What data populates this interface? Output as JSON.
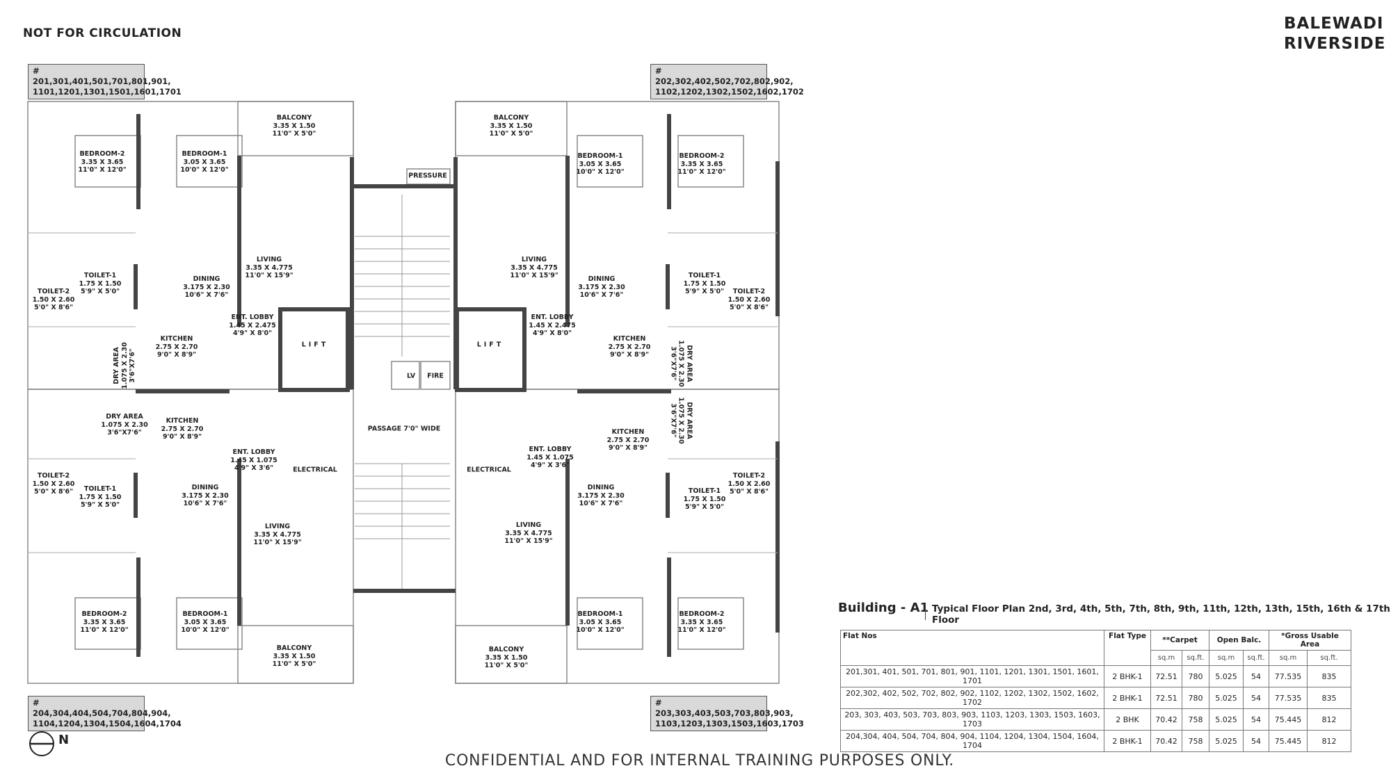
{
  "header": {
    "notice": "NOT FOR CIRCULATION",
    "brand_line1": "BALEWADI",
    "brand_line2": "RIVERSIDE"
  },
  "unit_tags": [
    {
      "line1": "# 201,301,401,501,701,801,901,",
      "line2": "1101,1201,1301,1501,1601,1701"
    },
    {
      "line1": "# 202,302,402,502,702,802,902,",
      "line2": "1102,1202,1302,1502,1602,1702"
    },
    {
      "line1": "# 204,304,404,504,704,804,904,",
      "line2": "1104,1204,1304,1504,1604,1704"
    },
    {
      "line1": "# 203,303,403,503,703,803,903,",
      "line2": "1103,1203,1303,1503,1603,1703"
    }
  ],
  "rooms": [
    {
      "label": "BEDROOM-2",
      "metric": "3.35 X 3.65",
      "imperial": "11'0\" X 12'0\""
    },
    {
      "label": "BEDROOM-1",
      "metric": "3.05 X 3.65",
      "imperial": "10'0\" X 12'0\""
    },
    {
      "label": "BALCONY",
      "metric": "3.35 X 1.50",
      "imperial": "11'0\" X 5'0\""
    },
    {
      "label": "LIVING",
      "metric": "3.35 X 4.775",
      "imperial": "11'0\" X 15'9\""
    },
    {
      "label": "DINING",
      "metric": "3.175 X 2.30",
      "imperial": "10'6\" X 7'6\""
    },
    {
      "label": "TOILET-1",
      "metric": "1.75 X 1.50",
      "imperial": "5'9\" X 5'0\""
    },
    {
      "label": "TOILET-2",
      "metric": "1.50 X 2.60",
      "imperial": "5'0\" X 8'6\""
    },
    {
      "label": "KITCHEN",
      "metric": "2.75 X 2.70",
      "imperial": "9'0\" X 8'9\""
    },
    {
      "label": "ENT. LOBBY",
      "metric": "1.45 X 2.475",
      "imperial": "4'9\" X 8'0\""
    },
    {
      "label": "DRY AREA",
      "metric": "1.075 X 2.30",
      "imperial": "3'6\"X7'6\""
    },
    {
      "label": "LIFT"
    },
    {
      "label": "BALCONY",
      "metric": "3.35 X 1.50",
      "imperial": "11'0\" X 5'0\""
    },
    {
      "label": "BEDROOM-1",
      "metric": "3.05 X 3.65",
      "imperial": "10'0\" X 12'0\""
    },
    {
      "label": "BEDROOM-2",
      "metric": "3.35 X 3.65",
      "imperial": "11'0\" X 12'0\""
    },
    {
      "label": "LIVING",
      "metric": "3.35 X 4.775",
      "imperial": "11'0\" X 15'9\""
    },
    {
      "label": "DINING",
      "metric": "3.175 X 2.30",
      "imperial": "10'6\" X 7'6\""
    },
    {
      "label": "TOILET-1",
      "metric": "1.75 X 1.50",
      "imperial": "5'9\" X 5'0\""
    },
    {
      "label": "TOILET-2",
      "metric": "1.50 X 2.60",
      "imperial": "5'0\" X 8'6\""
    },
    {
      "label": "KITCHEN",
      "metric": "2.75 X 2.70",
      "imperial": "9'0\" X 8'9\""
    },
    {
      "label": "ENT. LOBBY",
      "metric": "1.45 X 2.475",
      "imperial": "4'9\" X 8'0\""
    },
    {
      "label": "DRY AREA",
      "metric": "1.075 X 2.30",
      "imperial": "3'6\"X7'6\""
    },
    {
      "label": "LIFT"
    },
    {
      "label": "PRESSURE"
    },
    {
      "label": "LV"
    },
    {
      "label": "FIRE"
    },
    {
      "label": "PASSAGE 7'0\" WIDE"
    },
    {
      "label": "DRY AREA",
      "metric": "1.075 X 2.30",
      "imperial": "3'6\"X7'6\""
    },
    {
      "label": "KITCHEN",
      "metric": "2.75 X 2.70",
      "imperial": "9'0\" X 8'9\""
    },
    {
      "label": "ENT. LOBBY",
      "metric": "1.45 X 1.075",
      "imperial": "4'9\" X 3'6\""
    },
    {
      "label": "ELECTRICAL"
    },
    {
      "label": "TOILET-2",
      "metric": "1.50 X 2.60",
      "imperial": "5'0\" X 8'6\""
    },
    {
      "label": "TOILET-1",
      "metric": "1.75 X 1.50",
      "imperial": "5'9\" X 5'0\""
    },
    {
      "label": "DINING",
      "metric": "3.175 X 2.30",
      "imperial": "10'6\" X 7'6\""
    },
    {
      "label": "LIVING",
      "metric": "3.35 X 4.775",
      "imperial": "11'0\" X 15'9\""
    },
    {
      "label": "BEDROOM-2",
      "metric": "3.35 X 3.65",
      "imperial": "11'0\" X 12'0\""
    },
    {
      "label": "BEDROOM-1",
      "metric": "3.05 X 3.65",
      "imperial": "10'0\" X 12'0\""
    },
    {
      "label": "BALCONY",
      "metric": "3.35 X 1.50",
      "imperial": "11'0\" X 5'0\""
    },
    {
      "label": "ELECTRICAL"
    },
    {
      "label": "ENT. LOBBY",
      "metric": "1.45 X 1.075",
      "imperial": "4'9\" X 3'6\""
    },
    {
      "label": "KITCHEN",
      "metric": "2.75 X 2.70",
      "imperial": "9'0\" X 8'9\""
    },
    {
      "label": "DRY AREA",
      "metric": "1.075 X 2.30",
      "imperial": "3'6\"X7'6\""
    },
    {
      "label": "TOILET-2",
      "metric": "1.50 X 2.60",
      "imperial": "5'0\" X 8'6\""
    },
    {
      "label": "TOILET-1",
      "metric": "1.75 X 1.50",
      "imperial": "5'9\" X 5'0\""
    },
    {
      "label": "DINING",
      "metric": "3.175 X 2.30",
      "imperial": "10'6\" X 7'6\""
    },
    {
      "label": "LIVING",
      "metric": "3.35 X 4.775",
      "imperial": "11'0\" X 15'9\""
    },
    {
      "label": "BEDROOM-1",
      "metric": "3.05 X 3.65",
      "imperial": "10'0\" X 12'0\""
    },
    {
      "label": "BEDROOM-2",
      "metric": "3.35 X 3.65",
      "imperial": "11'0\" X 12'0\""
    },
    {
      "label": "BALCONY",
      "metric": "3.35 X 1.50",
      "imperial": "11'0\" X 5'0\""
    }
  ],
  "compass": {
    "label": "N"
  },
  "building": {
    "title": "Building - A1",
    "subtitle": "Typical Floor Plan 2nd, 3rd, 4th, 5th, 7th, 8th, 9th, 11th, 12th, 13th, 15th, 16th & 17th Floor"
  },
  "table": {
    "headers": {
      "flat_nos": "Flat Nos",
      "flat_type": "Flat Type",
      "carpet": "**Carpet",
      "open_balc": "Open Balc.",
      "gross": "*Gross Usable Area",
      "sqm": "sq.m",
      "sqft": "sq.ft."
    },
    "rows": [
      {
        "flats": "201,301, 401, 501, 701, 801, 901, 1101, 1201, 1301, 1501, 1601, 1701",
        "type": "2 BHK-1",
        "carpet_sqm": "72.51",
        "carpet_sqft": "780",
        "balc_sqm": "5.025",
        "balc_sqft": "54",
        "gross_sqm": "77.535",
        "gross_sqft": "835"
      },
      {
        "flats": "202,302, 402, 502, 702, 802, 902, 1102, 1202, 1302, 1502, 1602, 1702",
        "type": "2 BHK-1",
        "carpet_sqm": "72.51",
        "carpet_sqft": "780",
        "balc_sqm": "5.025",
        "balc_sqft": "54",
        "gross_sqm": "77.535",
        "gross_sqft": "835"
      },
      {
        "flats": "203, 303, 403, 503, 703, 803, 903, 1103, 1203, 1303, 1503, 1603, 1703",
        "type": "2 BHK",
        "carpet_sqm": "70.42",
        "carpet_sqft": "758",
        "balc_sqm": "5.025",
        "balc_sqft": "54",
        "gross_sqm": "75.445",
        "gross_sqft": "812"
      },
      {
        "flats": "204,304, 404, 504, 704, 804, 904, 1104, 1204, 1304, 1504, 1604, 1704",
        "type": "2 BHK-1",
        "carpet_sqm": "70.42",
        "carpet_sqft": "758",
        "balc_sqm": "5.025",
        "balc_sqft": "54",
        "gross_sqm": "75.445",
        "gross_sqft": "812"
      }
    ]
  },
  "footer": {
    "text": "CONFIDENTIAL AND FOR INTERNAL TRAINING PURPOSES ONLY."
  }
}
